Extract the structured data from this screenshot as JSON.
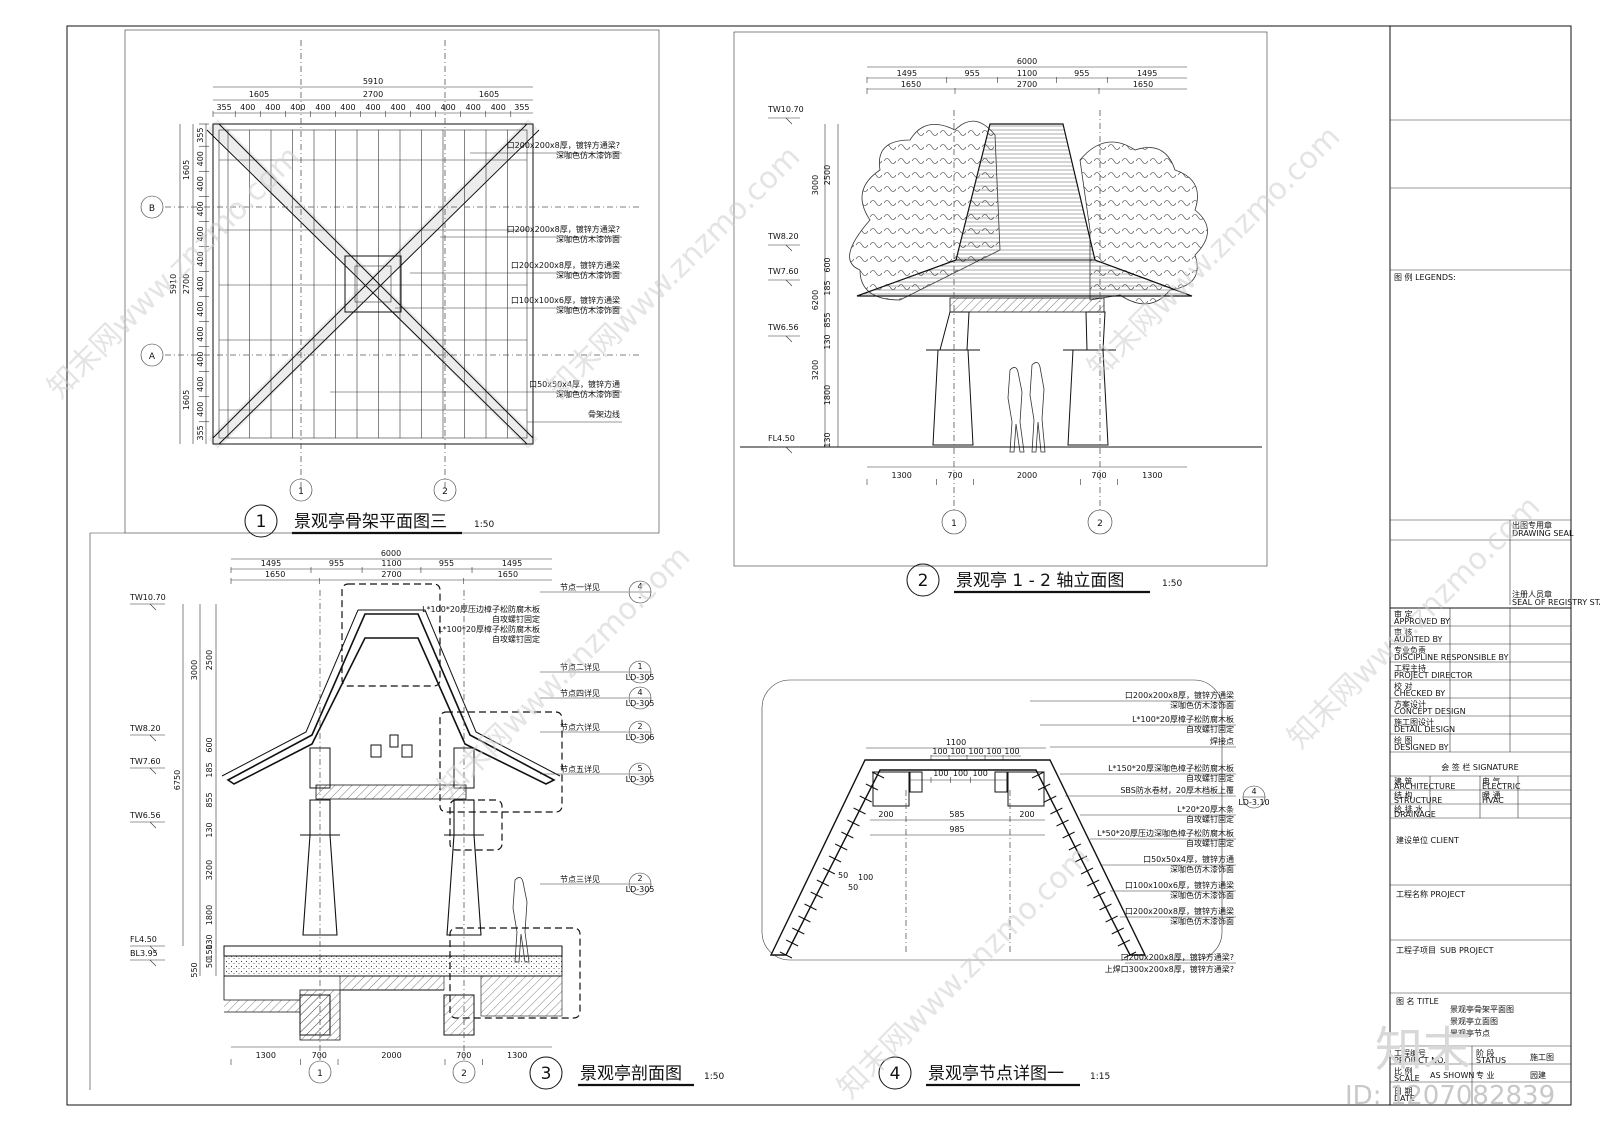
{
  "drawings": {
    "plan": {
      "number": "1",
      "title": "景观亭骨架平面图三",
      "scale": "1:50",
      "top_total": "5910",
      "top_mid": [
        "1605",
        "2700",
        "1605"
      ],
      "top_sub": [
        "355",
        "400",
        "400",
        "400",
        "400",
        "400",
        "400",
        "400",
        "400",
        "400",
        "400",
        "400",
        "355"
      ],
      "left_total": "5910",
      "left_mid": [
        "1605",
        "2700",
        "1605"
      ],
      "left_sub": [
        "355",
        "400",
        "400",
        "400",
        "400",
        "400",
        "400",
        "400",
        "400",
        "400",
        "400",
        "400",
        "355"
      ],
      "axis_rows": [
        "B",
        "A"
      ],
      "axis_cols": [
        "1",
        "2"
      ],
      "notes": [
        "口200x200x8厚，镀锌方通梁?",
        "深咖色仿木漆饰面",
        "口200x200x8厚，镀锌方通梁?",
        "深咖色仿木漆饰面",
        "口200x200x8厚，镀锌方通梁",
        "深咖色仿木漆饰面",
        "口100x100x6厚，镀锌方通梁",
        "深咖色仿木漆饰面",
        "口50x50x4厚，镀锌方通",
        "深咖色仿木漆饰面",
        "骨架边线"
      ]
    },
    "elevation": {
      "number": "2",
      "title": "景观亭 1 - 2 轴立面图",
      "scale": "1:50",
      "top_total": "6000",
      "top_row1": [
        "1495",
        "955",
        "1100",
        "955",
        "1495"
      ],
      "top_row2": [
        "1650",
        "2700",
        "1650"
      ],
      "levels": [
        "TW10.70",
        "TW8.20",
        "TW7.60",
        "TW6.56",
        "FL4.50"
      ],
      "left_dims": [
        "3000",
        "2500",
        "600",
        "185",
        "6200",
        "855",
        "130",
        "3200",
        "1800",
        "130"
      ],
      "bottom_dims": [
        "1300",
        "700",
        "2000",
        "700",
        "1300"
      ],
      "axis_cols": [
        "1",
        "2"
      ]
    },
    "section": {
      "number": "3",
      "title": "景观亭剖面图",
      "scale": "1:50",
      "top_total": "6000",
      "top_row1": [
        "1495",
        "955",
        "1100",
        "955",
        "1495"
      ],
      "top_row2": [
        "1650",
        "2700",
        "1650"
      ],
      "levels": [
        "TW10.70",
        "TW8.20",
        "TW7.60",
        "TW6.56",
        "FL4.50",
        "BL3.95"
      ],
      "left_dims": [
        "3000",
        "2500",
        "600",
        "185",
        "855",
        "130",
        "3200",
        "1800",
        "130",
        "150",
        "50",
        "550",
        "6750"
      ],
      "bottom_dims": [
        "1300",
        "700",
        "2000",
        "700",
        "1300"
      ],
      "axis_cols": [
        "1",
        "2"
      ],
      "callouts": [
        {
          "label": "节点一详见",
          "num": "4",
          "sheet": "-"
        },
        {
          "label": "节点二详见",
          "num": "1",
          "sheet": "LD-305"
        },
        {
          "label": "节点四详见",
          "num": "4",
          "sheet": "LD-305"
        },
        {
          "label": "节点六详见",
          "num": "2",
          "sheet": "LD-306"
        },
        {
          "label": "节点五详见",
          "num": "5",
          "sheet": "LD-305"
        },
        {
          "label": "节点三详见",
          "num": "2",
          "sheet": "LD-305"
        }
      ],
      "notes": [
        "L*100*20厚压边樟子松防腐木板",
        "自攻螺钉固定",
        "L*100*20厚樟子松防腐木板",
        "自攻螺钉固定"
      ]
    },
    "detail": {
      "number": "4",
      "title": "景观亭节点详图一",
      "scale": "1:15",
      "dims_top": [
        "1100"
      ],
      "dims_row2": [
        "100",
        "100",
        "100",
        "100",
        "100"
      ],
      "dims_row3": [
        "100",
        "100",
        "100"
      ],
      "dims_bottom": [
        "200",
        "585",
        "200",
        "985"
      ],
      "dims_slope": [
        "100",
        "50",
        "50"
      ],
      "ref": {
        "num": "4",
        "sheet": "LD-3.10"
      },
      "notes": [
        "口200x200x8厚，镀锌方通梁",
        "深咖色仿木漆饰面",
        "L*100*20厚樟子松防腐木板",
        "自攻螺钉固定",
        "焊接点",
        "L*150*20厚深咖色樟子松防腐木板",
        "自攻螺钉固定",
        "SBS防水卷材，20厚木档板上覆",
        "L*20*20厚木条",
        "自攻螺钉固定",
        "L*50*20厚压边深咖色樟子松防腐木板",
        "自攻螺钉固定",
        "口50x50x4厚，镀锌方通",
        "深咖色仿木漆饰面",
        "口100x100x6厚，镀锌方通梁",
        "深咖色仿木漆饰面",
        "口200x200x8厚，镀锌方通梁",
        "深咖色仿木漆饰面",
        "口200x200x8厚，镀锌方通梁?",
        "上焊口300x200x8厚，镀锌方通梁?"
      ]
    }
  },
  "title_block": {
    "legends": "图   例  LEGENDS:",
    "drawing_seal": "出图专用章",
    "drawing_seal_en": "DRAWING SEAL",
    "registry": "注册人员章",
    "registry_en": "SEAL OF REGISTRY STAFF",
    "roles": [
      {
        "cn": "审     定",
        "en": "APPROVED BY"
      },
      {
        "cn": "审     核",
        "en": "AUDITED BY"
      },
      {
        "cn": "专业负责",
        "en": "DISCIPLINE RESPONSIBLE BY"
      },
      {
        "cn": "工程主持",
        "en": "PROJECT DIRECTOR"
      },
      {
        "cn": "校     对",
        "en": "CHECKED BY"
      },
      {
        "cn": "方案设计",
        "en": "CONCEPT DESIGN"
      },
      {
        "cn": "施工图设计",
        "en": "DETAIL DESIGN"
      },
      {
        "cn": "绘     图",
        "en": "DESIGNED BY"
      }
    ],
    "signature": "会     签     栏   SIGNATURE",
    "disciplines": [
      {
        "cn": "建     筑",
        "en": "ARCHITECTURE",
        "cn2": "电     气",
        "en2": "ELECTRIC"
      },
      {
        "cn": "结     构",
        "en": "STRUCTURE",
        "cn2": "暖     通",
        "en2": "HVAC"
      },
      {
        "cn": "给 排 水",
        "en": "DRAINAGE",
        "cn2": "",
        "en2": ""
      }
    ],
    "client": "建设单位  CLIENT",
    "project": "工程名称  PROJECT",
    "sub_project": "工程子项目",
    "sub_project_en": "SUB PROJECT",
    "title_label": "图     名  TITLE",
    "title_lines": [
      "景观亭骨架平面图",
      "景观亭立面图",
      "景观亭节点"
    ],
    "project_no": "工程编号",
    "project_no_en": "PROJECT NO.",
    "status_label": "阶     段",
    "status_en": "STATUS",
    "status_val": "施工图",
    "scale_label": "比     例",
    "scale_en": "SCALE",
    "scale_val": "AS SHOWN",
    "disc_label": "专     业",
    "disc_val": "园建",
    "date_label": "日     期",
    "date_en": "DATE"
  },
  "watermark": {
    "text": "知末网www.znzmo.com",
    "logo": "知末",
    "id": "ID: 1207082839"
  }
}
